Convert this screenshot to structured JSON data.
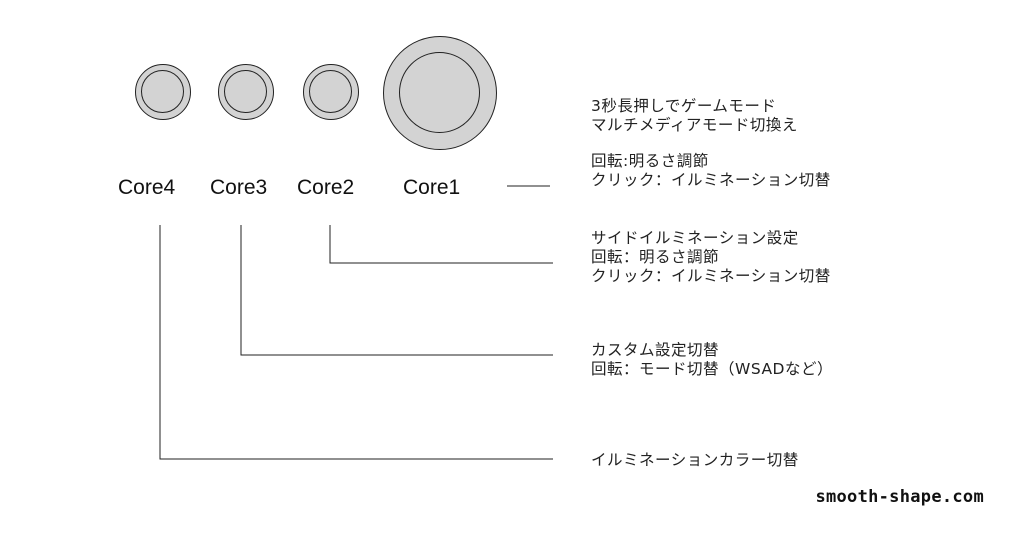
{
  "cores": [
    {
      "id": "core4",
      "label": "Core4"
    },
    {
      "id": "core3",
      "label": "Core3"
    },
    {
      "id": "core2",
      "label": "Core2"
    },
    {
      "id": "core1",
      "label": "Core1"
    }
  ],
  "descriptions": {
    "core1": [
      "3秒長押しでゲームモード",
      "マルチメディアモード切換え",
      "回転:明るさ調節",
      "クリック：イルミネーション切替"
    ],
    "core2": [
      "サイドイルミネーション設定",
      "回転：明るさ調節",
      "クリック：イルミネーション切替"
    ],
    "core3": [
      "カスタム設定切替",
      "回転：モード切替（WSADなど）"
    ],
    "core4": [
      "イルミネーションカラー切替"
    ]
  },
  "brand": "smooth-shape.com",
  "colors": {
    "knob_fill": "#d3d3d3",
    "line": "#222222",
    "background": "#ffffff"
  }
}
